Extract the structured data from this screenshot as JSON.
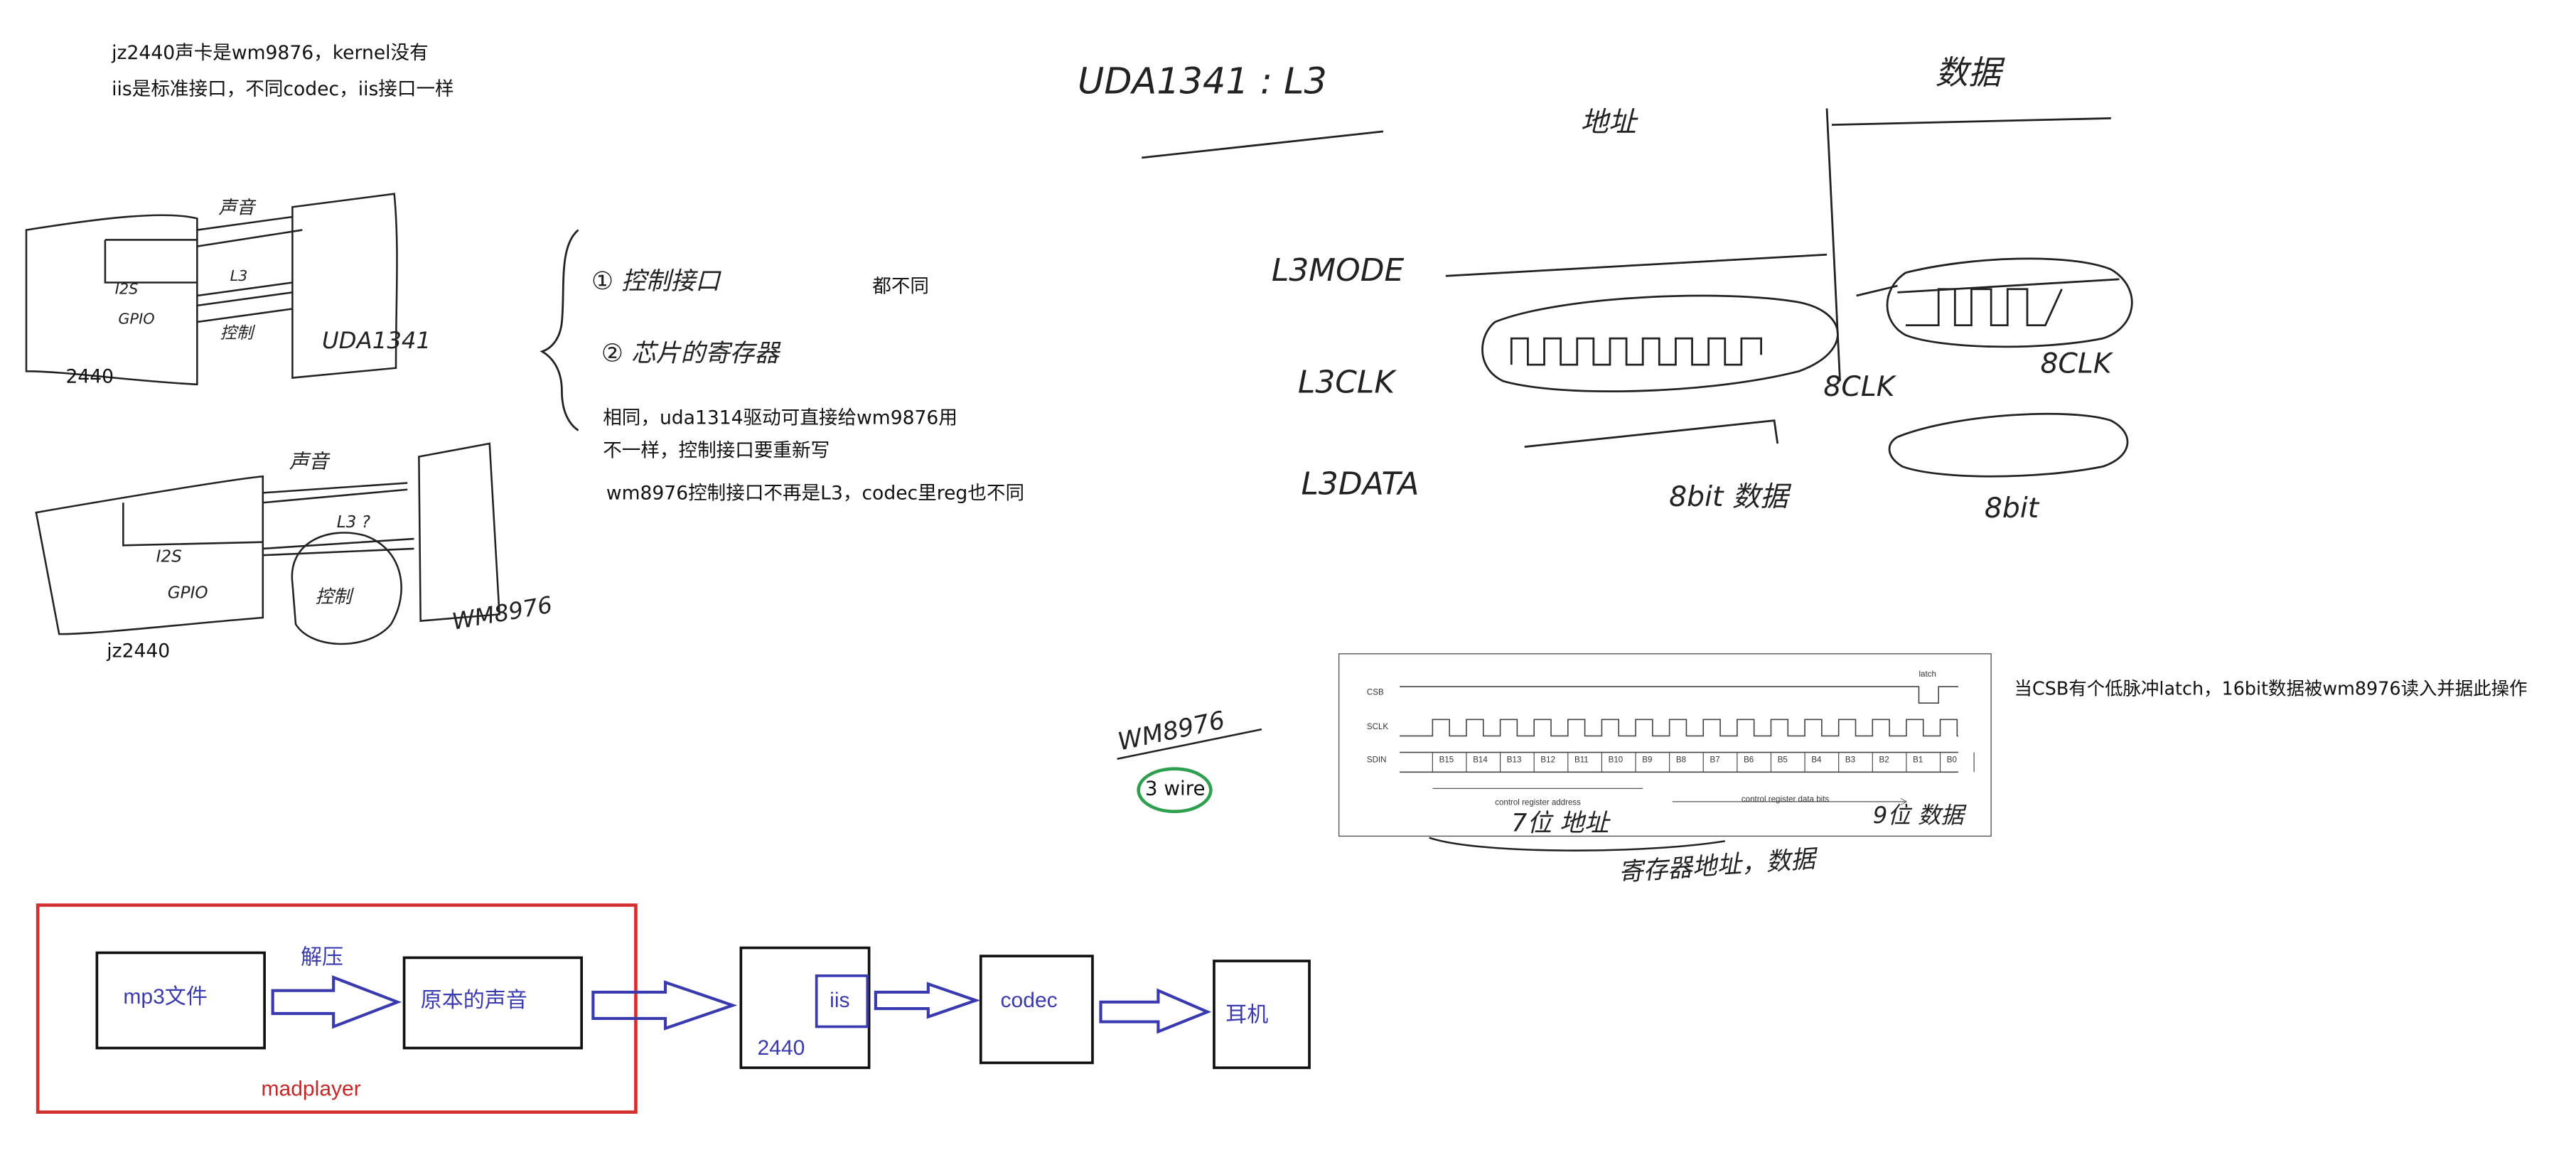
{
  "notes": {
    "line1": "jz2440声卡是wm9876，kernel没有",
    "line2": "iis是标准接口，不同codec，iis接口一样",
    "all_diff": "都不同",
    "same_line": "相同，uda1314驱动可直接给wm9876用",
    "diff_line": "不一样，控制接口要重新写",
    "wm_line": "wm8976控制接口不再是L3，codec里reg也不同",
    "csb_note": "当CSB有个低脉冲latch，16bit数据被wm8976读入并据此操作"
  },
  "sketch_top": {
    "sound": "声音",
    "i2s": "I2S",
    "gpio": "GPIO",
    "l3": "L3",
    "ctrl": "控制",
    "chip": "UDA1341",
    "board": "2440"
  },
  "sketch_bottom": {
    "sound": "声音",
    "i2s": "I2S",
    "gpio": "GPIO",
    "l3q": "L3 ?",
    "ctrl": "控制",
    "chip": "WM8976",
    "board": "jz2440"
  },
  "brace_items": {
    "item1": "① 控制接口",
    "item2": "② 芯片的寄存器"
  },
  "l3_diagram": {
    "title": "UDA1341 : L3",
    "addr": "地址",
    "data": "数据",
    "l3mode": "L3MODE",
    "l3clk": "L3CLK",
    "l3data": "L3DATA",
    "clk_a": "8CLK",
    "clk_b": "8CLK",
    "bits_a": "8bit 数据",
    "bits_b": "8bit"
  },
  "wm_block": {
    "label": "WM8976",
    "three_wire": "3 wire"
  },
  "timing": {
    "csb": "CSB",
    "sclk": "SCLK",
    "sdin": "SDIN",
    "latch": "latch",
    "bits": [
      "B15",
      "B14",
      "B13",
      "B12",
      "B11",
      "B10",
      "B9",
      "B8",
      "B7",
      "B6",
      "B5",
      "B4",
      "B3",
      "B2",
      "B1",
      "B0"
    ],
    "addr_caption": "control register address",
    "data_caption": "control register data bits",
    "addr_hand": "7位 地址",
    "data_hand": "9位 数据",
    "under_hand": "寄存器地址，数据"
  },
  "flow": {
    "mp3": "mp3文件",
    "decode": "解压",
    "raw": "原本的声音",
    "player": "madplayer",
    "board": "2440",
    "iis": "iis",
    "codec": "codec",
    "ear": "耳机"
  },
  "colors": {
    "flow_blue": "#3a3ab0",
    "player_red": "#d32f2f",
    "wire_green": "#2e9e4f",
    "ink": "#222222"
  }
}
